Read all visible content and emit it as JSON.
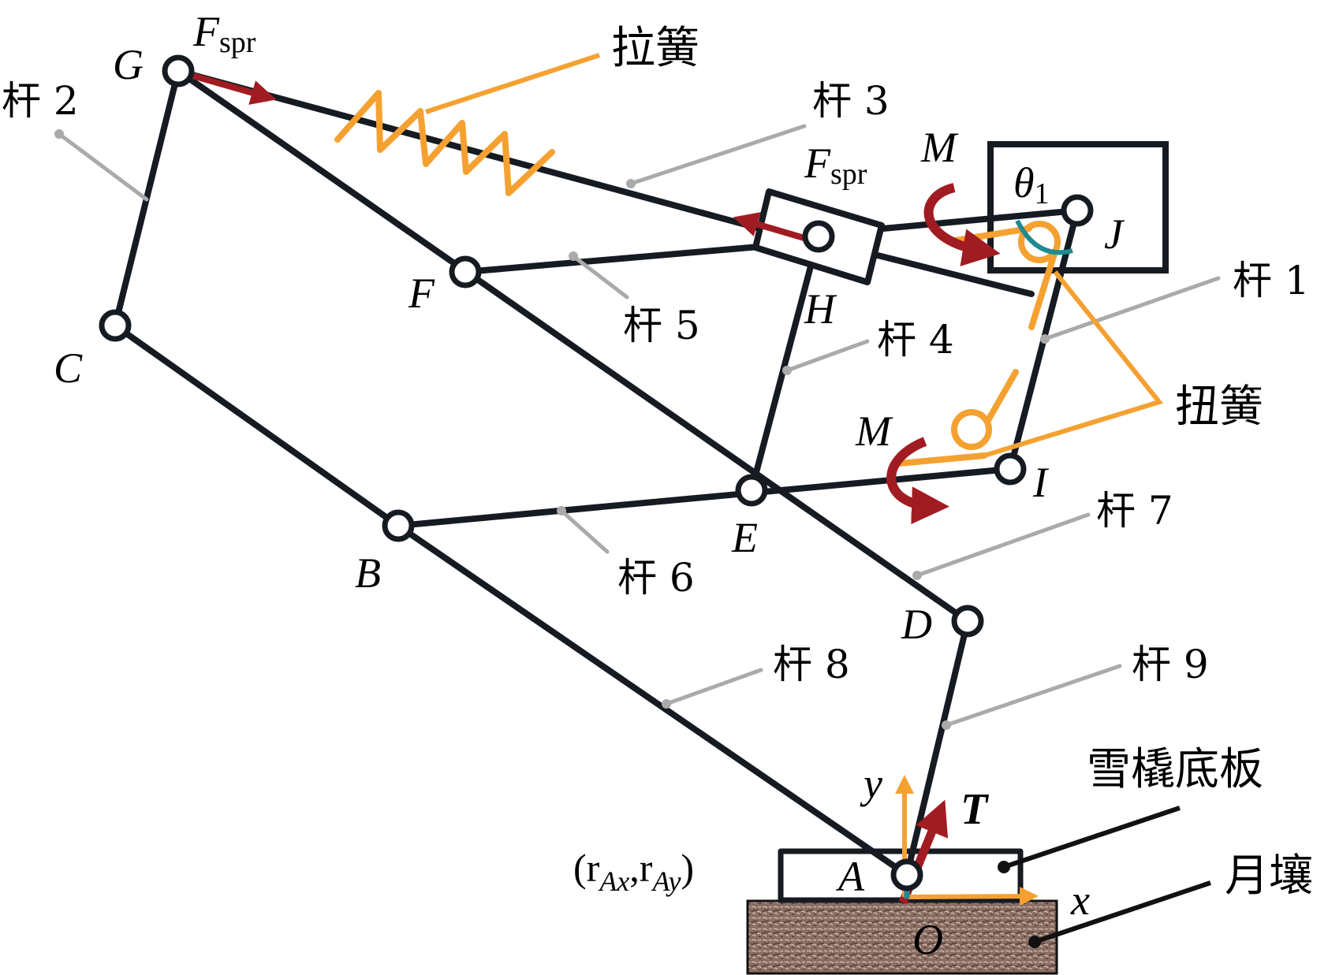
{
  "title": "Lunar sled leg linkage mechanism diagram",
  "colors": {
    "link": "#161b22",
    "leader": "#aaaaaa",
    "spring": "#f5a131",
    "force": "#a11c22",
    "force_dark": "#7c161b",
    "angle_arc": "#1f8a8f",
    "regolith": "#8a6e64",
    "regolith_border": "#111111"
  },
  "joints": [
    {
      "id": "A",
      "label": "A"
    },
    {
      "id": "B",
      "label": "B"
    },
    {
      "id": "C",
      "label": "C"
    },
    {
      "id": "D",
      "label": "D"
    },
    {
      "id": "E",
      "label": "E"
    },
    {
      "id": "F",
      "label": "F"
    },
    {
      "id": "G",
      "label": "G"
    },
    {
      "id": "H",
      "label": "H"
    },
    {
      "id": "I",
      "label": "I"
    },
    {
      "id": "J",
      "label": "J"
    }
  ],
  "links": [
    {
      "id": "rod1",
      "label": "杆 1"
    },
    {
      "id": "rod2",
      "label": "杆 2"
    },
    {
      "id": "rod3",
      "label": "杆 3"
    },
    {
      "id": "rod4",
      "label": "杆 4"
    },
    {
      "id": "rod5",
      "label": "杆 5"
    },
    {
      "id": "rod6",
      "label": "杆 6"
    },
    {
      "id": "rod7",
      "label": "杆 7"
    },
    {
      "id": "rod8",
      "label": "杆 8"
    },
    {
      "id": "rod9",
      "label": "杆 9"
    }
  ],
  "components": {
    "tension_spring": "拉簧",
    "torsion_spring": "扭簧",
    "sled_plate": "雪橇底板",
    "regolith": "月壤"
  },
  "symbols": {
    "spring_force": "F",
    "spring_force_sub": "spr",
    "moment": "M",
    "angle": "θ",
    "angle_sub": "1",
    "thrust": "T",
    "origin": "O",
    "x_axis": "x",
    "y_axis": "y",
    "coord_open": "(r",
    "coord_sub1": "Ax",
    "coord_mid": ",r",
    "coord_sub2": "Ay",
    "coord_close": ")"
  }
}
